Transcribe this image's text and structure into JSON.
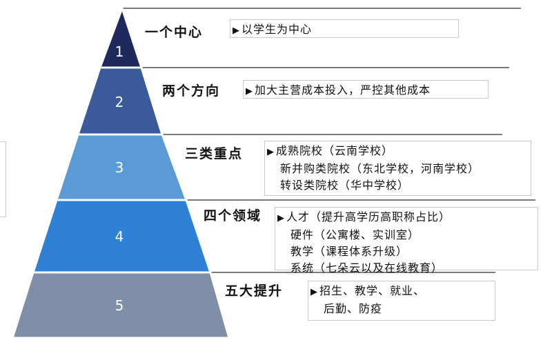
{
  "colors": {
    "tier1": "#1f2a5c",
    "tier2": "#3a5a9c",
    "tier3": "#5b9bd5",
    "tier4": "#2f80d7",
    "tier5": "#7f8fa8",
    "divider": "#7a7a7a"
  },
  "tiers": [
    {
      "number": "1",
      "title": "一个中心",
      "lines": [
        "以学生为中心"
      ]
    },
    {
      "number": "2",
      "title": "两个方向",
      "lines": [
        "加大主营成本投入，严控其他成本"
      ]
    },
    {
      "number": "3",
      "title": "三类重点",
      "lines": [
        "成熟院校（云南学校）",
        "新并购类院校（东北学校，河南学校）",
        "转设类院校（华中学校）"
      ]
    },
    {
      "number": "4",
      "title": "四个领域",
      "lines": [
        "人才（提升高学历高职称占比）",
        "硬件（公寓楼、实训室）",
        "教学（课程体系升级）",
        "系统（七朵云以及在线教育）"
      ]
    },
    {
      "number": "5",
      "title": "五大提升",
      "lines": [
        "招生、教学、就业、",
        "后勤、防疫"
      ]
    }
  ]
}
